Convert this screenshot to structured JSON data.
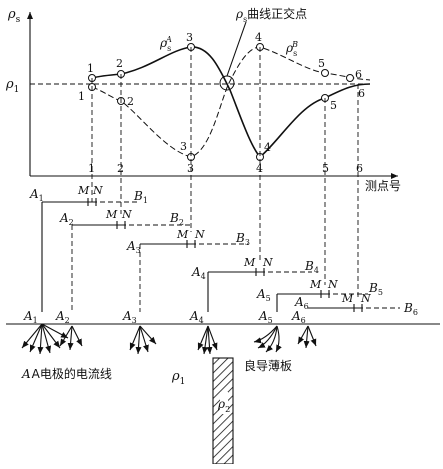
{
  "diagram": {
    "axis": {
      "y_label_main": "ρ",
      "y_label_sub": "s",
      "x_label": "测点号",
      "rho1_main": "ρ",
      "rho1_sub": "1",
      "tick_labels": [
        "1",
        "2",
        "3",
        "4",
        "5",
        "6"
      ]
    },
    "curves": {
      "a_label_main": "ρ",
      "a_label_sub": "s",
      "a_label_sup": "A",
      "b_label_main": "ρ",
      "b_label_sub": "s",
      "b_label_sup": "B",
      "point_labels_upper": [
        "1",
        "2",
        "3",
        "4",
        "5",
        "6"
      ],
      "point_labels_lower": [
        "1",
        "2",
        "3",
        "4",
        "5",
        "6"
      ]
    },
    "callout": {
      "main": "ρ",
      "sub": "s",
      "rest": "曲线正交点"
    },
    "electrodes": {
      "A_main": "A",
      "B_main": "B",
      "indices": [
        "1",
        "2",
        "3",
        "4",
        "5",
        "6"
      ],
      "M": "M",
      "N": "N"
    },
    "ground": {
      "A_line_label": "A电极的电流线",
      "rho1_main": "ρ",
      "rho1_sub": "1",
      "plate_label": "良导薄板",
      "rho2_main": "ρ",
      "rho2_sub": "2"
    }
  }
}
